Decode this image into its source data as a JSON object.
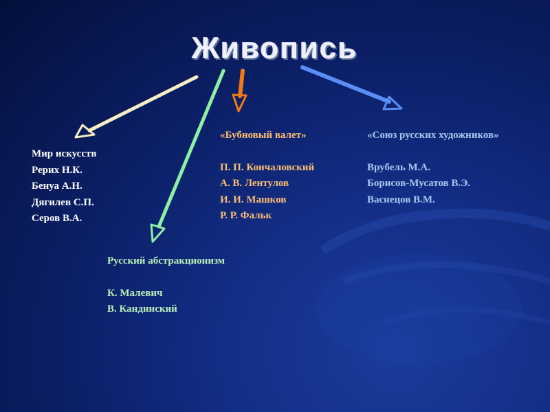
{
  "title": "Живопись",
  "colors": {
    "background": "#0b1f66",
    "arrow_mir": "#f5efc4",
    "arrow_abstract": "#8ff0a4",
    "arrow_bubnovy": "#f07a12",
    "arrow_soyuz": "#5a8ef5",
    "text_mir": "#ffffff",
    "text_abstract": "#b9f0b9",
    "text_bubnovy": "#ffbf70",
    "text_soyuz": "#a9c9f2"
  },
  "groups": {
    "mir": {
      "heading": "Мир искусств",
      "members": [
        "Рерих Н.К.",
        "Бенуа А.Н.",
        "Дягилев С.П.",
        "Серов В.А."
      ]
    },
    "abstract": {
      "heading": "Русский абстракционизм",
      "members": [
        "К. Малевич",
        "В. Кандинский"
      ]
    },
    "bubnovy": {
      "heading": "«Бубновый валет»",
      "members": [
        "П. П. Кончаловский",
        "А. В. Лентулов",
        "И. И. Машков",
        "Р. Р. Фальк"
      ]
    },
    "soyuz": {
      "heading": "«Союз русских художников»",
      "members": [
        "Врубель М.А.",
        "Борисов-Мусатов В.Э.",
        "Васнецов В.М."
      ]
    }
  }
}
